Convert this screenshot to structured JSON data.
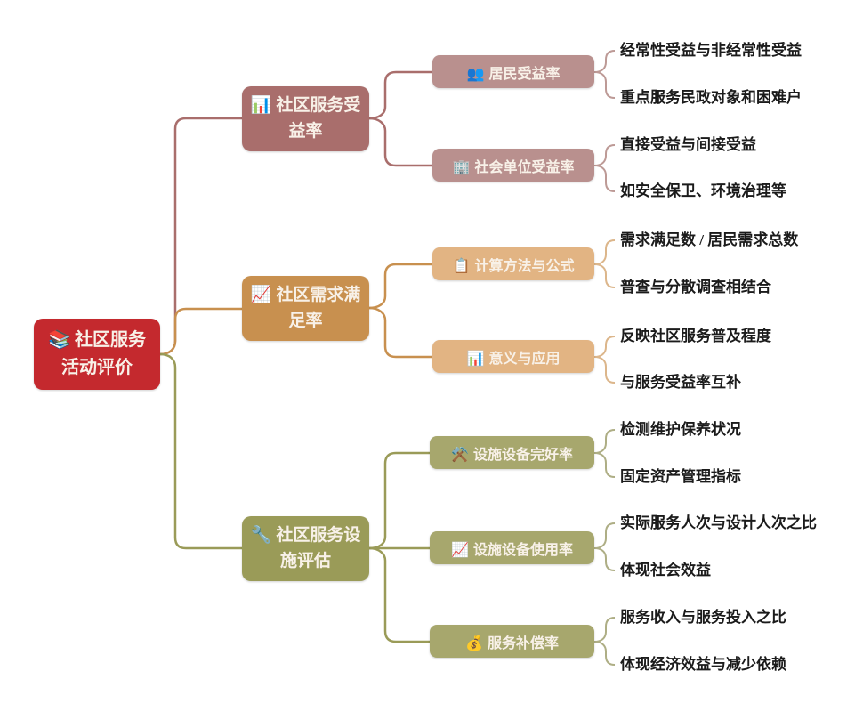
{
  "root": {
    "icon": "📚",
    "label": "社区服务活动评价"
  },
  "branches": [
    {
      "icon": "📊",
      "label": "社区服务受益率",
      "color": "#a96e6c",
      "child_color": "#b9908e",
      "children": [
        {
          "icon": "👥",
          "label": "居民受益率",
          "leaves": [
            "经常性受益与非经常性受益",
            "重点服务民政对象和困难户"
          ]
        },
        {
          "icon": "🏢",
          "label": "社会单位受益率",
          "leaves": [
            "直接受益与间接受益",
            "如安全保卫、环境治理等"
          ]
        }
      ]
    },
    {
      "icon": "📈",
      "label": "社区需求满足率",
      "color": "#c8904f",
      "child_color": "#e2b483",
      "children": [
        {
          "icon": "📋",
          "label": "计算方法与公式",
          "leaves": [
            "需求满足数 / 居民需求总数",
            "普查与分散调查相结合"
          ]
        },
        {
          "icon": "📊",
          "label": "意义与应用",
          "leaves": [
            "反映社区服务普及程度",
            "与服务受益率互补"
          ]
        }
      ]
    },
    {
      "icon": "🔧",
      "label": "社区服务设施评估",
      "color": "#9a9b58",
      "child_color": "#a7a76d",
      "children": [
        {
          "icon": "⚒️",
          "label": "设施设备完好率",
          "leaves": [
            "检测维护保养状况",
            "固定资产管理指标"
          ]
        },
        {
          "icon": "📈",
          "label": "设施设备使用率",
          "leaves": [
            "实际服务人次与设计人次之比",
            "体现社会效益"
          ]
        },
        {
          "icon": "💰",
          "label": "服务补偿率",
          "leaves": [
            "服务收入与服务投入之比",
            "体现经济效益与减少依赖"
          ]
        }
      ]
    }
  ],
  "colors": {
    "root_bg": "#c4292e",
    "branch1_connector": "#a96e6c",
    "branch1_leaf_connector": "#bd9a96",
    "branch2_connector": "#c8904f",
    "branch2_leaf_connector": "#dcb68b",
    "branch3_connector": "#9a9b58",
    "branch3_leaf_connector": "#aeae85",
    "node_text": "#f8f1e8",
    "leaf_text": "#1b1b1b",
    "background": "#ffffff"
  }
}
